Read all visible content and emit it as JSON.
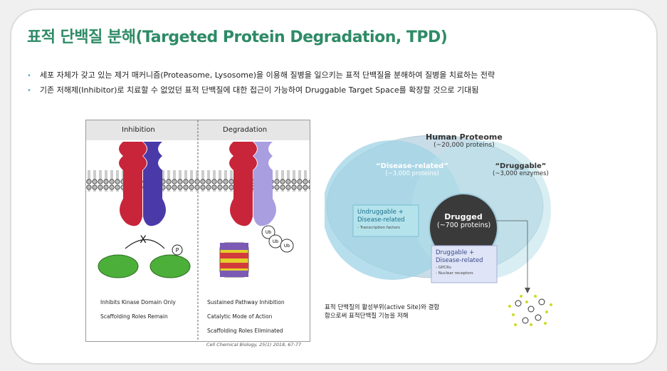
{
  "title": "표적 단백질 분해(Targeted Protein Degradation, TPD)",
  "bullets": [
    "세포 자체가 갖고 있는 제거 매커니즘(Proteasome, Lysosome)을 이용해 질병을 일으키는 표적 단백질을 분해하여 질병을 치료하는 전략",
    "기존 저해제(Inhibitor)로 치료할 수 없었던 표적 단백질에 대한 접근이 가능하여 Druggable Target Space를 확장할 것으로 기대됨"
  ],
  "left_figure": {
    "inhibition": {
      "title": "Inhibition",
      "x_mark": "X",
      "p_label": "P",
      "caption": [
        "Inhibits Kinase Domain Only",
        "Scaffolding Roles Remain"
      ]
    },
    "degradation": {
      "title": "Degradation",
      "ub_label": "Ub",
      "caption": [
        "Sustained Pathway Inhibition",
        "Catalytic Mode of Action",
        "Scaffolding Roles Eliminated"
      ]
    },
    "citation": "Cell Chemical Biology, 25(1) 2018, 67-77"
  },
  "right_figure": {
    "human_proteome": {
      "title": "Human Proteome",
      "subtitle": "(~20,000 proteins)"
    },
    "disease_related": {
      "title": "“Disease-related”",
      "subtitle": "(~3,000 proteins)"
    },
    "druggable": {
      "title": "“Druggable”",
      "subtitle": "(~3,000 enzymes)"
    },
    "drugged": {
      "title": "Drugged",
      "subtitle": "(~700 proteins)"
    },
    "undruggable_box": {
      "line1": "Undruggable +",
      "line2": "Disease-related",
      "note": "- Transcription factors"
    },
    "druggable_box": {
      "line1": "Druggable +",
      "line2": "Disease-related",
      "note1": "- GPCRs",
      "note2": "- Nuclear receptors"
    },
    "caption": [
      "표적 단백질의 활성부위(active Site)와 결합",
      "함으로써 표적단백질 기능을 저해"
    ]
  },
  "colors": {
    "title": "#2e8b66",
    "bullet": "#5bb0d8",
    "outer_ellipse": "#c9dde8",
    "disease_circle": "#9fd3e6",
    "drugged_circle": "#3a3a3a"
  }
}
